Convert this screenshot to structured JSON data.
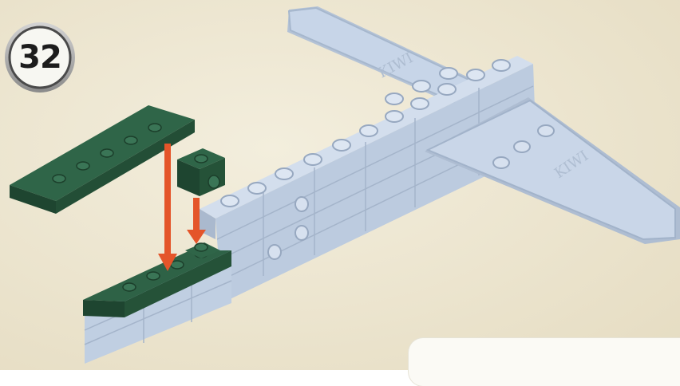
{
  "instruction_step": {
    "number": "32"
  },
  "colors": {
    "background": "#ede6d0",
    "brick_light_blue": "#c3d1e4",
    "brick_light_blue_shade": "#9fb1c8",
    "brick_dark_green": "#2a5a3f",
    "brick_dark_green_shade": "#1c3f2b",
    "arrow_orange": "#e4552a",
    "badge_ring": "#9c9c9c"
  },
  "wing_embossing": {
    "left_wing": "KIWI",
    "right_wing": "KIWI"
  },
  "icons": {
    "step_badge": "step-number-badge-icon",
    "placement_arrow": "down-arrow-icon"
  }
}
